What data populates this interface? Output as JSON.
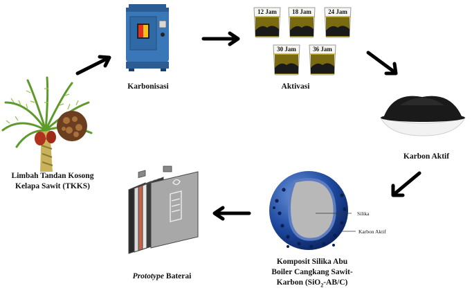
{
  "labels": {
    "tkks_line1": "Limbah Tandan Kosong",
    "tkks_line2": "Kelapa Sawit (TKKS)",
    "karbonisasi": "Karbonisasi",
    "aktivasi": "Aktivasi",
    "karbon_aktif": "Karbon Aktif",
    "komposit_line1": "Komposit Silika Abu",
    "komposit_line2": "Boiler Cangkang Sawit-",
    "komposit_line3_pre": "Karbon (SiO",
    "komposit_line3_sub": "2",
    "komposit_line3_post": "-AB/C)",
    "prototype_italic": "Prototype",
    "prototype_rest": " Baterai",
    "silika": "Silika",
    "karbon_aktif_small": "Karbon Aktif"
  },
  "beakers": [
    {
      "label": "12 Jam"
    },
    {
      "label": "18 Jam"
    },
    {
      "label": "24 Jam"
    },
    {
      "label": "30 Jam"
    },
    {
      "label": "36 Jam"
    }
  ],
  "colors": {
    "furnace_blue": "#3a77b8",
    "furnace_dark": "#2b5c93",
    "carbon_black": "#1a1a1a",
    "liquid_olive": "#7a6a10",
    "sphere_blue": "#1e4aa0",
    "silica_gray": "#b8b8b8",
    "palm_green": "#5e9a2a",
    "fruit_red": "#b0321e"
  }
}
